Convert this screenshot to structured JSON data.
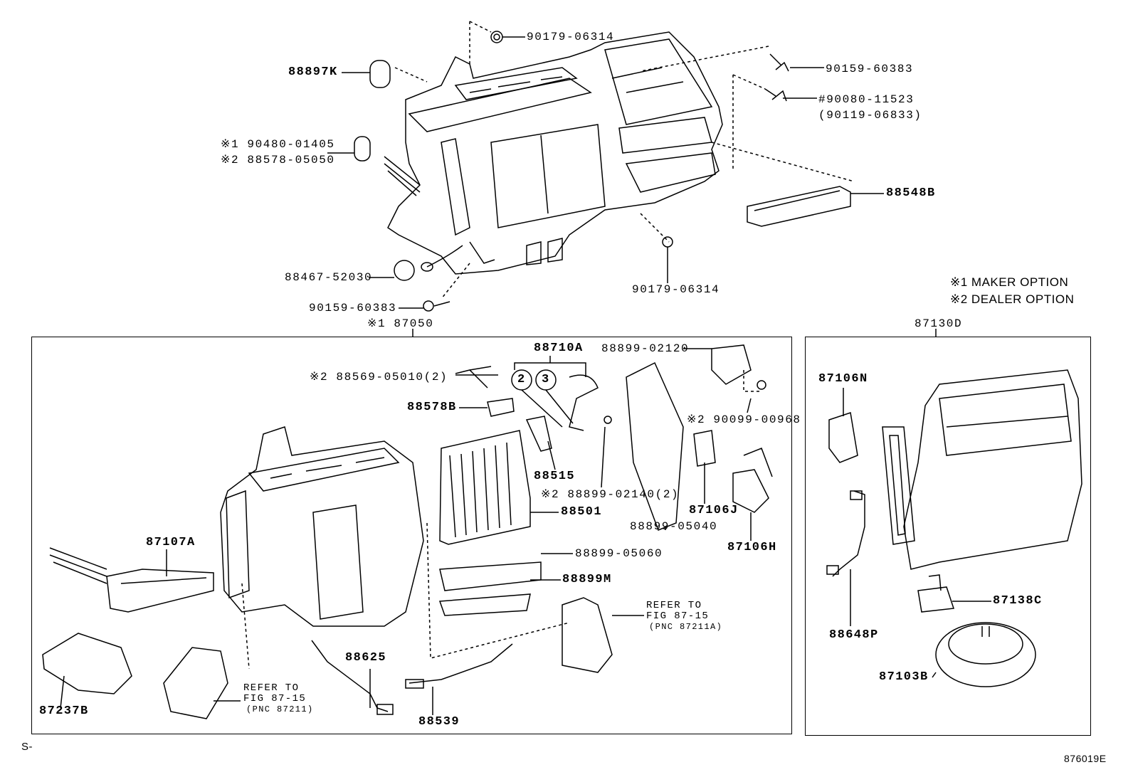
{
  "figure_id": "876019E",
  "page_marker": "S-",
  "legend": {
    "maker_option": "※1 MAKER OPTION",
    "dealer_option": "※2 DEALER OPTION"
  },
  "top_assembly_labels": {
    "nut_top": "90179-06314",
    "cushion": "88897K",
    "bolt_right": "90159-60383",
    "screw_right": "#90080-11523",
    "screw_right_alt": "(90119-06833)",
    "grommet_1": "※1 90480-01405",
    "grommet_2": "※2 88578-05050",
    "duct": "88548B",
    "plug": "88467-52030",
    "nut_bottom": "90179-06314",
    "bolt_bottom": "90159-60383"
  },
  "unit_box": {
    "title": "※1 87050",
    "labels": {
      "expansion_valve": "88710A",
      "circle_2": "2",
      "circle_3": "3",
      "cover": "88899-02120",
      "clip": "※2 88569-05010(2)",
      "grommet": "88578B",
      "screw": "※2 90099-00968",
      "thermistor": "88515",
      "screw_2": "※2 88899-02140(2)",
      "evaporator": "88501",
      "servo_j": "87106J",
      "case_cover": "88899-05040",
      "heater_core": "87107A",
      "servo_h": "87106H",
      "seal_1": "88899-05060",
      "seal_2": "88899M",
      "refer_right_1": "REFER TO",
      "refer_right_2": "FIG 87-15",
      "refer_right_3": "(PNC 87211A)",
      "sensor_wire": "88625",
      "refer_left_1": "REFER TO",
      "refer_left_2": "FIG 87-15",
      "refer_left_3": "(PNC 87211)",
      "duct_left": "87237B",
      "pipe_sensor": "88539"
    }
  },
  "blower_box": {
    "title": "87130D",
    "labels": {
      "servo": "87106N",
      "resistor": "87138C",
      "wire": "88648P",
      "motor": "87103B"
    }
  }
}
